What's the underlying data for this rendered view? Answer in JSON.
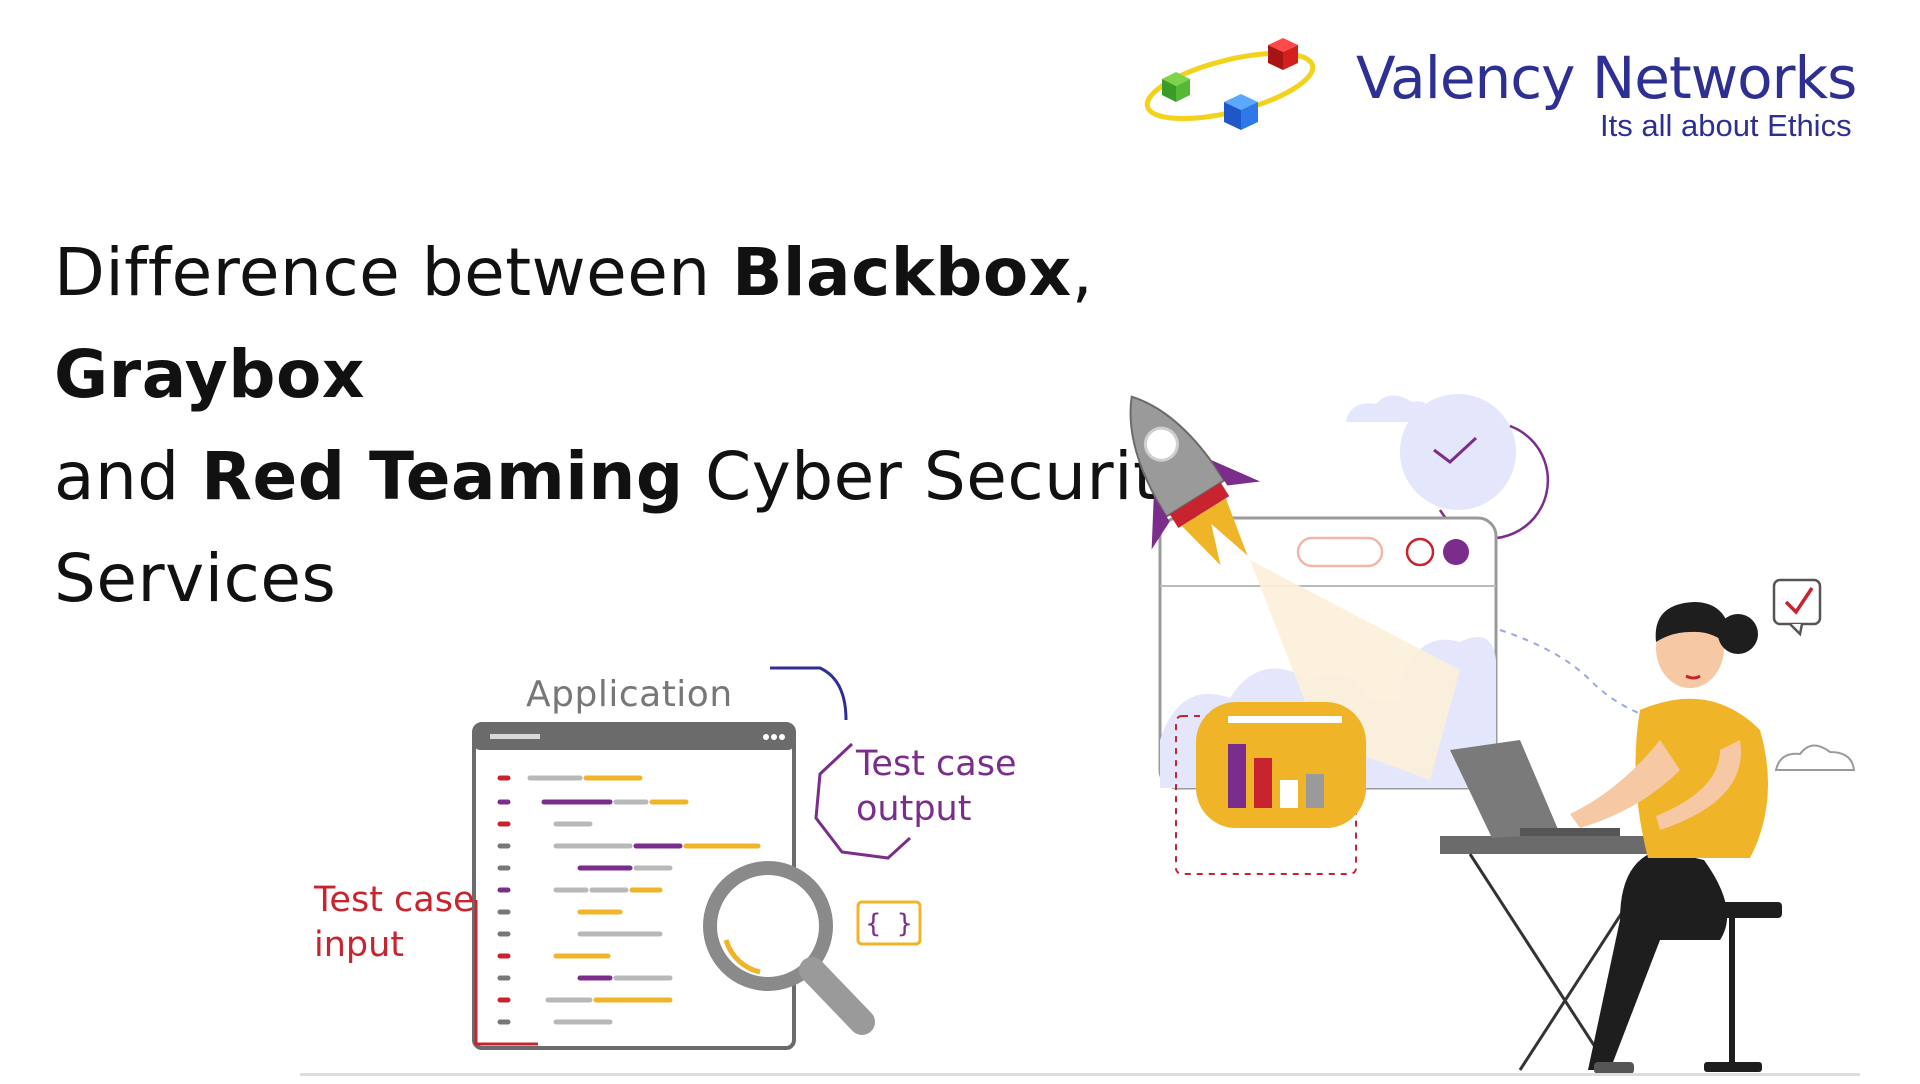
{
  "logo": {
    "brand_name": "Valency Networks",
    "tagline": "Its all about Ethics"
  },
  "headline": {
    "part1": "Difference between ",
    "bold1": "Blackbox",
    "part2": ", ",
    "bold2": "Graybox",
    "part3": "and ",
    "bold3": "Red Teaming",
    "part4": " Cyber Security",
    "part5": "Services"
  },
  "diagram": {
    "application_label": "Application",
    "output_label_line1": "Test case",
    "output_label_line2": "output",
    "input_label_line1": "Test case",
    "input_label_line2": "input",
    "code_braces": "{ }"
  },
  "colors": {
    "brand_blue": "#2e2f93",
    "purple": "#7b2d8b",
    "red": "#c8242f",
    "yellow": "#f0b429",
    "gray": "#777777"
  },
  "icons": [
    "logo-cubes-icon",
    "rocket-icon",
    "magnifier-icon",
    "bar-chart-icon",
    "check-bubble-icon",
    "clock-check-icon",
    "cloud-icon"
  ]
}
